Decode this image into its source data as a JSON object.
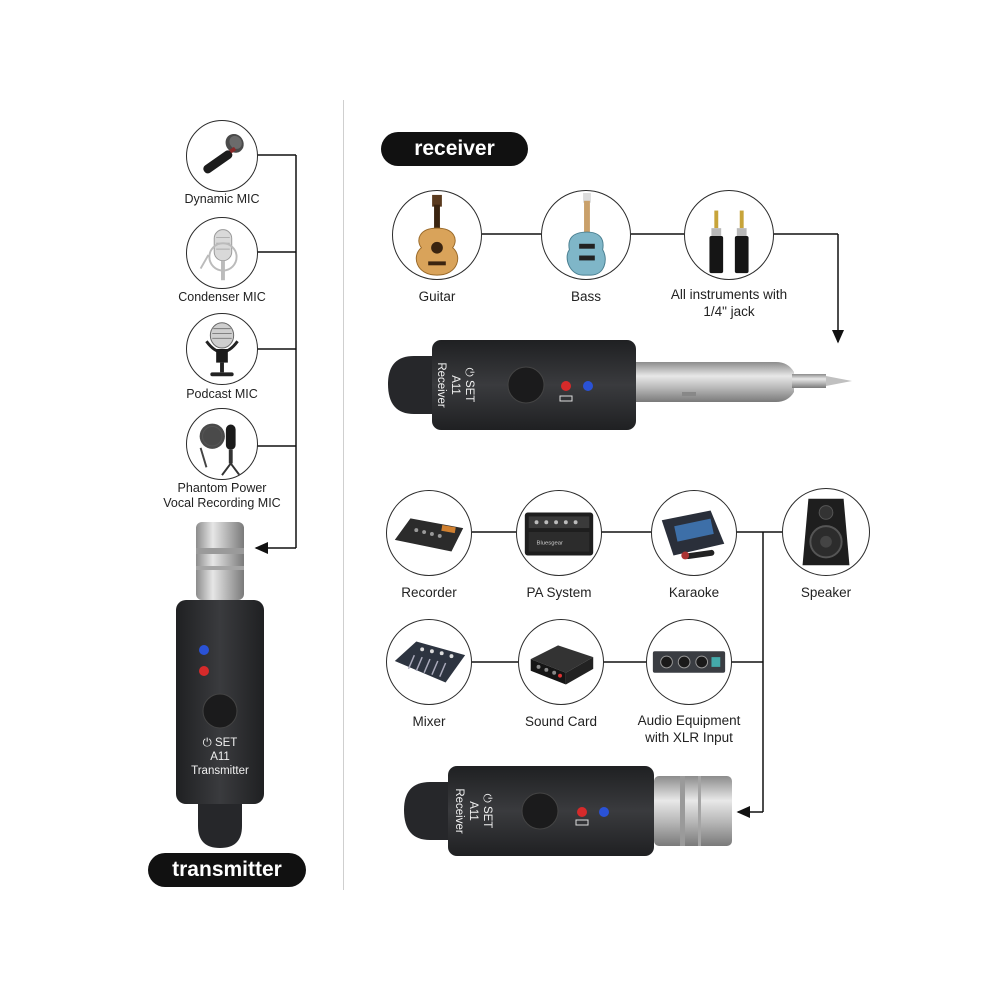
{
  "sections": {
    "receiver_title": "receiver",
    "transmitter_title": "transmitter"
  },
  "transmitter_sources": [
    {
      "label": "Dynamic MIC",
      "icon": "dynamic-mic-icon"
    },
    {
      "label": "Condenser MIC",
      "icon": "condenser-mic-icon"
    },
    {
      "label": "Podcast MIC",
      "icon": "podcast-mic-icon"
    },
    {
      "label_line1": "Phantom Power",
      "label_line2": "Vocal Recording MIC",
      "icon": "phantom-mic-icon"
    }
  ],
  "instruments": [
    {
      "label": "Guitar",
      "icon": "guitar-icon"
    },
    {
      "label": "Bass",
      "icon": "bass-icon"
    },
    {
      "label_line1": "All instruments with",
      "label_line2": "1/4\" jack",
      "icon": "jack-plug-icon"
    }
  ],
  "outputs": [
    {
      "label": "Recorder",
      "icon": "recorder-icon"
    },
    {
      "label": "PA System",
      "icon": "pa-system-icon"
    },
    {
      "label": "Karaoke",
      "icon": "karaoke-icon"
    },
    {
      "label": "Speaker",
      "icon": "speaker-icon"
    },
    {
      "label": "Mixer",
      "icon": "mixer-icon"
    },
    {
      "label": "Sound Card",
      "icon": "sound-card-icon"
    },
    {
      "label_line1": "Audio Equipment",
      "label_line2": "with XLR Input",
      "icon": "xlr-panel-icon"
    }
  ],
  "transmitter_device": {
    "power_label": "⏻ SET",
    "model": "A11",
    "name": "Transmitter"
  },
  "receiver_device_top": {
    "power_label": "⏻ SET",
    "model": "A11",
    "name": "Receiver"
  },
  "receiver_device_bottom": {
    "power_label": "⏻ SET",
    "model": "A11",
    "name": "Receiver"
  },
  "amp_brand": "Bluesgear",
  "colors": {
    "led_red": "#d62a2a",
    "led_blue": "#2a52d6",
    "device_body": "#2e2f31",
    "pill": "#111111"
  }
}
